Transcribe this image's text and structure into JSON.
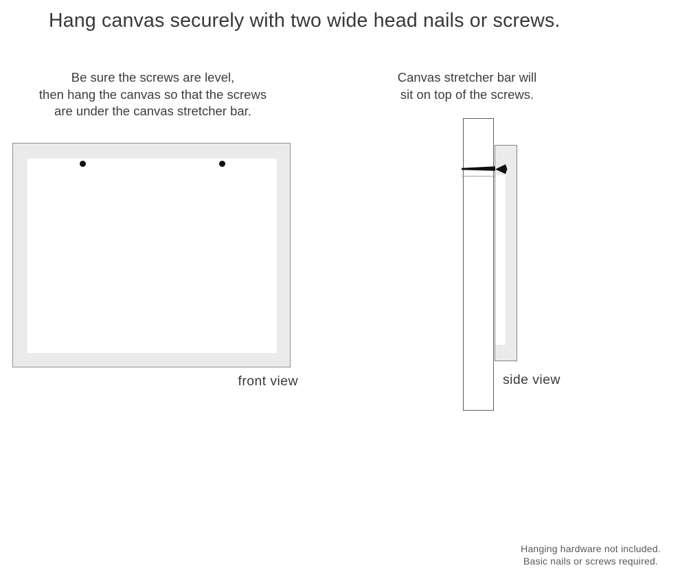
{
  "page": {
    "title": "Hang canvas securely with two wide head nails or screws.",
    "background_color": "#ffffff",
    "text_color": "#3d3d3d",
    "canvas_fill_color": "#ebebeb",
    "border_color": "#8f8f8f",
    "screw_color": "#111111"
  },
  "front_view": {
    "instruction_lines": [
      "Be sure the screws are level,",
      "then hang the canvas so that the screws",
      "are under the canvas stretcher bar."
    ],
    "label": "front view",
    "screw_count": 2
  },
  "side_view": {
    "instruction_lines": [
      "Canvas stretcher bar will",
      "sit on top of the screws."
    ],
    "label": "side view"
  },
  "footnote": {
    "lines": [
      "Hanging hardware not included.",
      "Basic nails or screws required."
    ]
  }
}
